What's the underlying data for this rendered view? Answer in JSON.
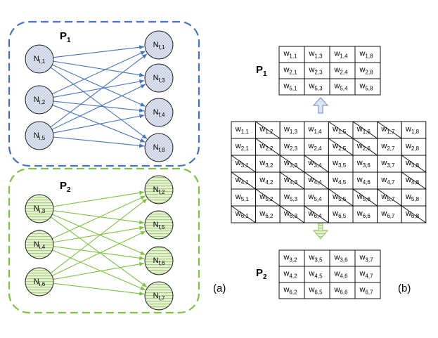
{
  "panel_labels": {
    "a": "(a)",
    "b": "(b)"
  },
  "groups": [
    {
      "title": "P",
      "subscript": "1",
      "color": "#4472c4",
      "inputs": [
        {
          "base": "N",
          "sub": "i,1"
        },
        {
          "base": "N",
          "sub": "i,2"
        },
        {
          "base": "N",
          "sub": "i,5"
        }
      ],
      "outputs": [
        {
          "base": "N",
          "sub": "f,1"
        },
        {
          "base": "N",
          "sub": "f,3"
        },
        {
          "base": "N",
          "sub": "f,4"
        },
        {
          "base": "N",
          "sub": "f,8"
        }
      ]
    },
    {
      "title": "P",
      "subscript": "2",
      "color": "#7fc241",
      "inputs": [
        {
          "base": "N",
          "sub": "i,3"
        },
        {
          "base": "N",
          "sub": "i,4"
        },
        {
          "base": "N",
          "sub": "i,6"
        }
      ],
      "outputs": [
        {
          "base": "N",
          "sub": "f,2"
        },
        {
          "base": "N",
          "sub": "f,5"
        },
        {
          "base": "N",
          "sub": "f,6"
        },
        {
          "base": "N",
          "sub": "f,7"
        }
      ]
    }
  ],
  "full_matrix": {
    "rows": [
      [
        {
          "sub": "1,1",
          "x": false
        },
        {
          "sub": "1,2",
          "x": true
        },
        {
          "sub": "1,3",
          "x": false
        },
        {
          "sub": "1,4",
          "x": false
        },
        {
          "sub": "1,5",
          "x": true
        },
        {
          "sub": "1,6",
          "x": true
        },
        {
          "sub": "1,7",
          "x": true
        },
        {
          "sub": "1,8",
          "x": false
        }
      ],
      [
        {
          "sub": "2,1",
          "x": false
        },
        {
          "sub": "2,2",
          "x": true
        },
        {
          "sub": "2,3",
          "x": false
        },
        {
          "sub": "2,4",
          "x": false
        },
        {
          "sub": "2,5",
          "x": true
        },
        {
          "sub": "2,6",
          "x": true
        },
        {
          "sub": "2,7",
          "x": false
        },
        {
          "sub": "2,8",
          "x": false
        }
      ],
      [
        {
          "sub": "3,1",
          "x": true
        },
        {
          "sub": "3,2",
          "x": false
        },
        {
          "sub": "3,3",
          "x": true
        },
        {
          "sub": "3,4",
          "x": true
        },
        {
          "sub": "3,5",
          "x": false
        },
        {
          "sub": "3,6",
          "x": false
        },
        {
          "sub": "3,7",
          "x": false
        },
        {
          "sub": "3,8",
          "x": true
        }
      ],
      [
        {
          "sub": "4,1",
          "x": true
        },
        {
          "sub": "4,2",
          "x": false
        },
        {
          "sub": "4,3",
          "x": true
        },
        {
          "sub": "4,4",
          "x": true
        },
        {
          "sub": "4,5",
          "x": false
        },
        {
          "sub": "4,6",
          "x": false
        },
        {
          "sub": "4,7",
          "x": false
        },
        {
          "sub": "4,8",
          "x": true
        }
      ],
      [
        {
          "sub": "5,1",
          "x": false
        },
        {
          "sub": "5,2",
          "x": true
        },
        {
          "sub": "5,3",
          "x": false
        },
        {
          "sub": "5,4",
          "x": false
        },
        {
          "sub": "5,5",
          "x": true
        },
        {
          "sub": "5,6",
          "x": true
        },
        {
          "sub": "5,7",
          "x": true
        },
        {
          "sub": "5,8",
          "x": false
        }
      ],
      [
        {
          "sub": "6,1",
          "x": true
        },
        {
          "sub": "6,2",
          "x": false
        },
        {
          "sub": "6,3",
          "x": true
        },
        {
          "sub": "6,4",
          "x": true
        },
        {
          "sub": "6,5",
          "x": false
        },
        {
          "sub": "6,6",
          "x": false
        },
        {
          "sub": "6,7",
          "x": false
        },
        {
          "sub": "6,8",
          "x": true
        }
      ]
    ]
  },
  "submatrices": [
    {
      "title": "P",
      "subscript": "1",
      "rows": [
        [
          "1,1",
          "1,3",
          "1,4",
          "1,8"
        ],
        [
          "2,1",
          "2,3",
          "2,4",
          "2,8"
        ],
        [
          "5,1",
          "5,3",
          "5,4",
          "5,8"
        ]
      ],
      "arrow_color": "#4472c4"
    },
    {
      "title": "P",
      "subscript": "2",
      "rows": [
        [
          "3,2",
          "3,5",
          "3,6",
          "3,7"
        ],
        [
          "4,2",
          "4,5",
          "4,6",
          "4,7"
        ],
        [
          "6,2",
          "6,5",
          "6,6",
          "6,7"
        ]
      ],
      "arrow_color": "#7fc241"
    }
  ]
}
